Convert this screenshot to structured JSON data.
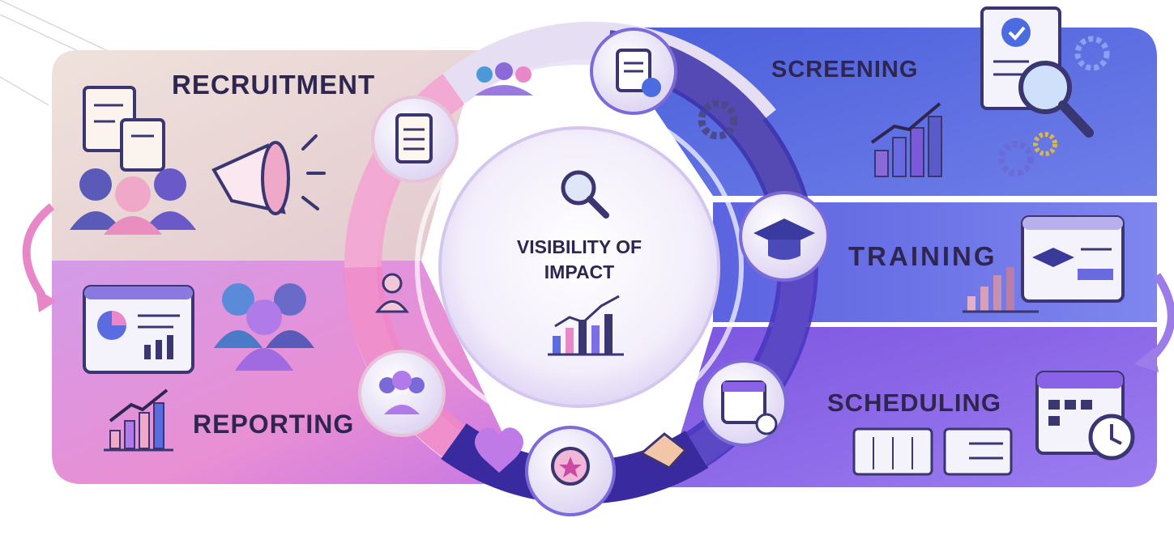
{
  "center": {
    "title_line1": "VISIBILITY OF",
    "title_line2": "IMPACT"
  },
  "stages": {
    "recruitment": "RECRUITMENT",
    "screening": "SCREENING",
    "training": "TRAINING",
    "scheduling": "SCHEDULING",
    "reporting": "REPORTING"
  },
  "colors": {
    "recruitment_panel": "#e7d6d4",
    "screening_panel": "#5b6be0",
    "training_panel": "#6a6ee6",
    "scheduling_panel": "#8a62e6",
    "reporting_panel": "#d98ae8",
    "ring_dark": "#3b2fa8",
    "ring_pink": "#f08ac6",
    "text": "#2e2650"
  }
}
